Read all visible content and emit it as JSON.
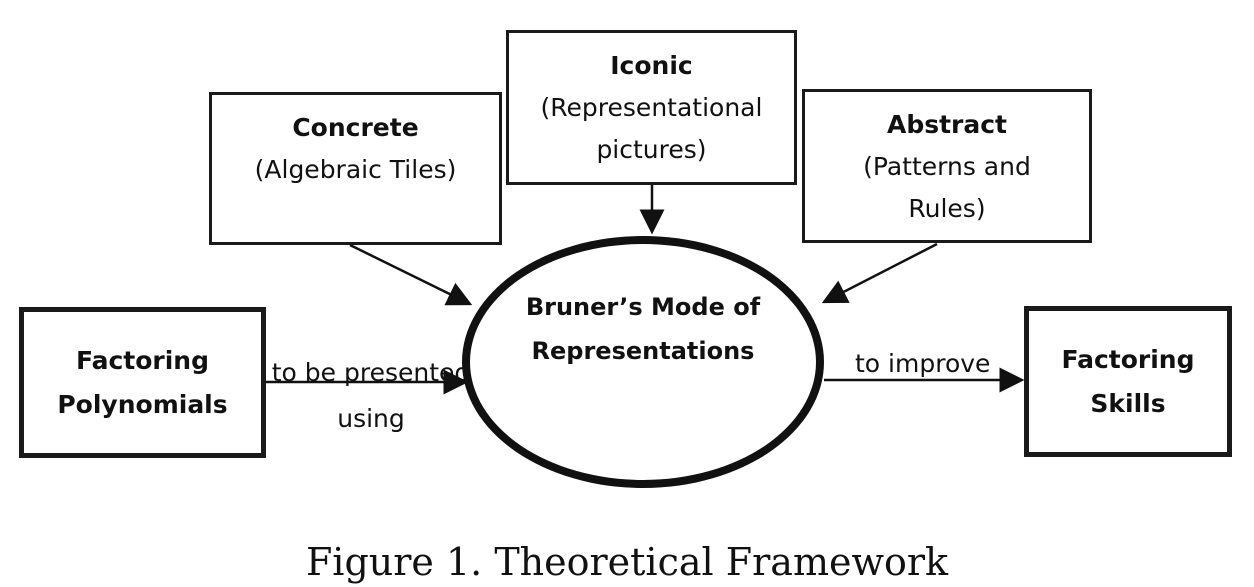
{
  "nodes": {
    "concrete": {
      "title": "Concrete",
      "subtitle": "(Algebraic Tiles)"
    },
    "iconic": {
      "title": "Iconic",
      "subtitle": "(Representational pictures)"
    },
    "abstract": {
      "title": "Abstract",
      "subtitle": "(Patterns and Rules)"
    },
    "factoring_polynomials": {
      "line1": "Factoring",
      "line2": "Polynomials"
    },
    "center": {
      "line1": "Bruner’s Mode of",
      "line2": "Representations"
    },
    "factoring_skills": {
      "line1": "Factoring",
      "line2": "Skills"
    }
  },
  "edges": {
    "presented": {
      "line1": "to be presented",
      "line2": "using"
    },
    "improve": {
      "label": "to improve"
    }
  },
  "caption": "Figure 1. Theoretical Framework",
  "colors": {
    "stroke": "#111111",
    "background": "#ffffff"
  }
}
